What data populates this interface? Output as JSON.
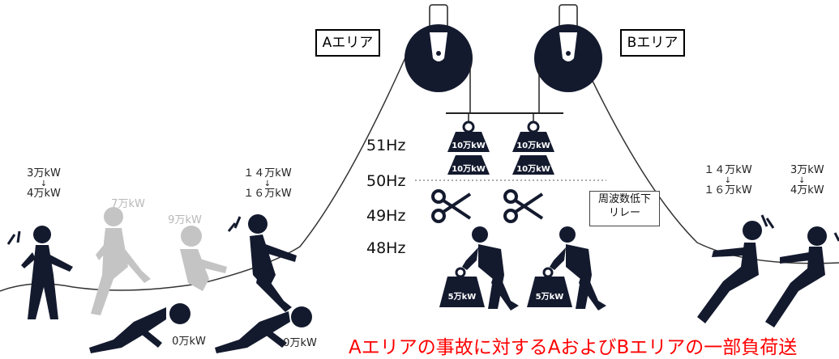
{
  "areas": {
    "a_label": "Aエリア",
    "b_label": "Bエリア"
  },
  "frequencies": [
    "51Hz",
    "50Hz",
    "49Hz",
    "48Hz"
  ],
  "weights_top": [
    "10万kW",
    "10万kW",
    "10万kW",
    "10万kW"
  ],
  "weights_bottom": [
    "5万kW",
    "5万kW"
  ],
  "relay": {
    "line1": "周波数低下",
    "line2": "リレー"
  },
  "people_left": {
    "p1_from": "3万kW",
    "p1_to": "4万kW",
    "p2": "7万kW",
    "p3": "9万kW",
    "p4_from": "１４万kW",
    "p4_to": "１６万kW",
    "fallen1": "0万kW",
    "fallen2": "0万kW"
  },
  "people_right": {
    "p1_from": "１４万kW",
    "p1_to": "１６万kW",
    "p2_from": "3万kW",
    "p2_to": "4万kW"
  },
  "arrow": "↓",
  "caption": "Aエリアの事故に対するAおよびBエリアの一部負荷送",
  "colors": {
    "figure": "#141a2e",
    "gray_figure": "#c4c4c4",
    "caption": "#ff0000",
    "pulley": "#141a2e"
  }
}
